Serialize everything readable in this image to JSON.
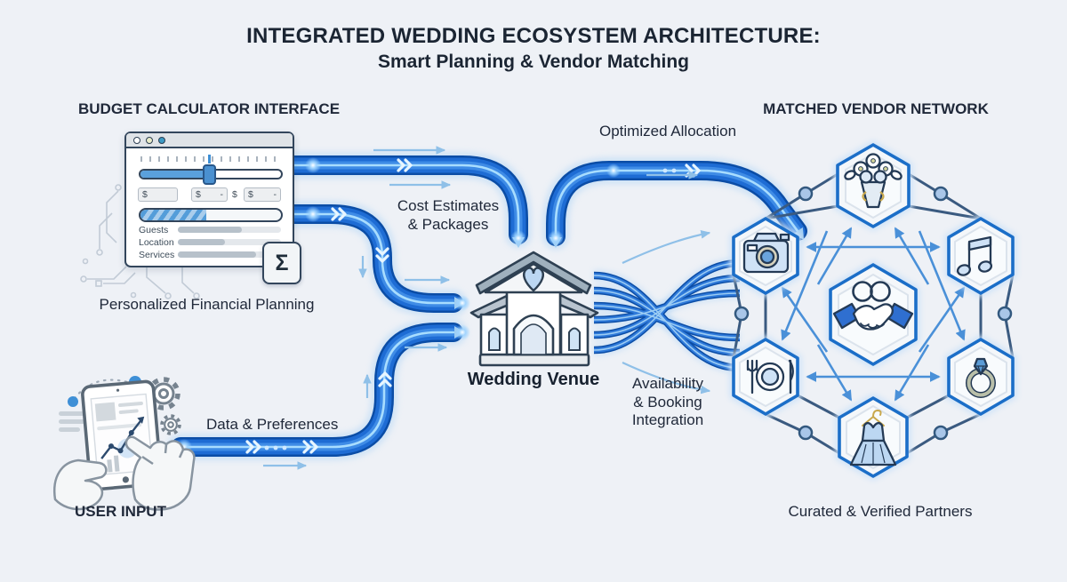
{
  "title": {
    "line1": "INTEGRATED WEDDING ECOSYSTEM ARCHITECTURE:",
    "line2": "Smart Planning & Vendor Matching"
  },
  "budget_calculator": {
    "heading": "BUDGET CALCULATOR INTERFACE",
    "caption": "Personalized Financial Planning",
    "window": {
      "dollar": "$",
      "dash": "-",
      "row_labels": [
        "Guests",
        "Location",
        "Services"
      ],
      "sigma": "Σ",
      "slider_position_pct": 48,
      "progress_fill_pct": 47
    }
  },
  "user_input": {
    "heading": "USER INPUT"
  },
  "venue": {
    "label": "Wedding Venue"
  },
  "vendor_network": {
    "heading": "MATCHED VENDOR NETWORK",
    "caption": "Curated & Verified Partners",
    "vendors": [
      {
        "name": "flowers",
        "icon": "bouquet-icon"
      },
      {
        "name": "photography",
        "icon": "camera-icon"
      },
      {
        "name": "music",
        "icon": "music-note-icon"
      },
      {
        "name": "vendor-matching",
        "icon": "handshake-icon"
      },
      {
        "name": "catering",
        "icon": "catering-icon"
      },
      {
        "name": "jewelry",
        "icon": "diamond-ring-icon"
      },
      {
        "name": "attire",
        "icon": "dress-icon"
      }
    ]
  },
  "flow_labels": {
    "cost_estimates": {
      "line1": "Cost Estimates",
      "line2": "& Packages"
    },
    "optimized_allocation": "Optimized Allocation",
    "data_preferences": "Data & Preferences",
    "availability": {
      "line1": "Availability",
      "line2": "& Booking",
      "line3": "Integration"
    }
  },
  "colors": {
    "background": "#eef1f6",
    "pipe_blue": "#1e6cd4",
    "pipe_edge": "#0b4da6",
    "accent_blue": "#1b6ec8",
    "network_line": "#3a5a80",
    "heading_text": "#1b2533"
  }
}
